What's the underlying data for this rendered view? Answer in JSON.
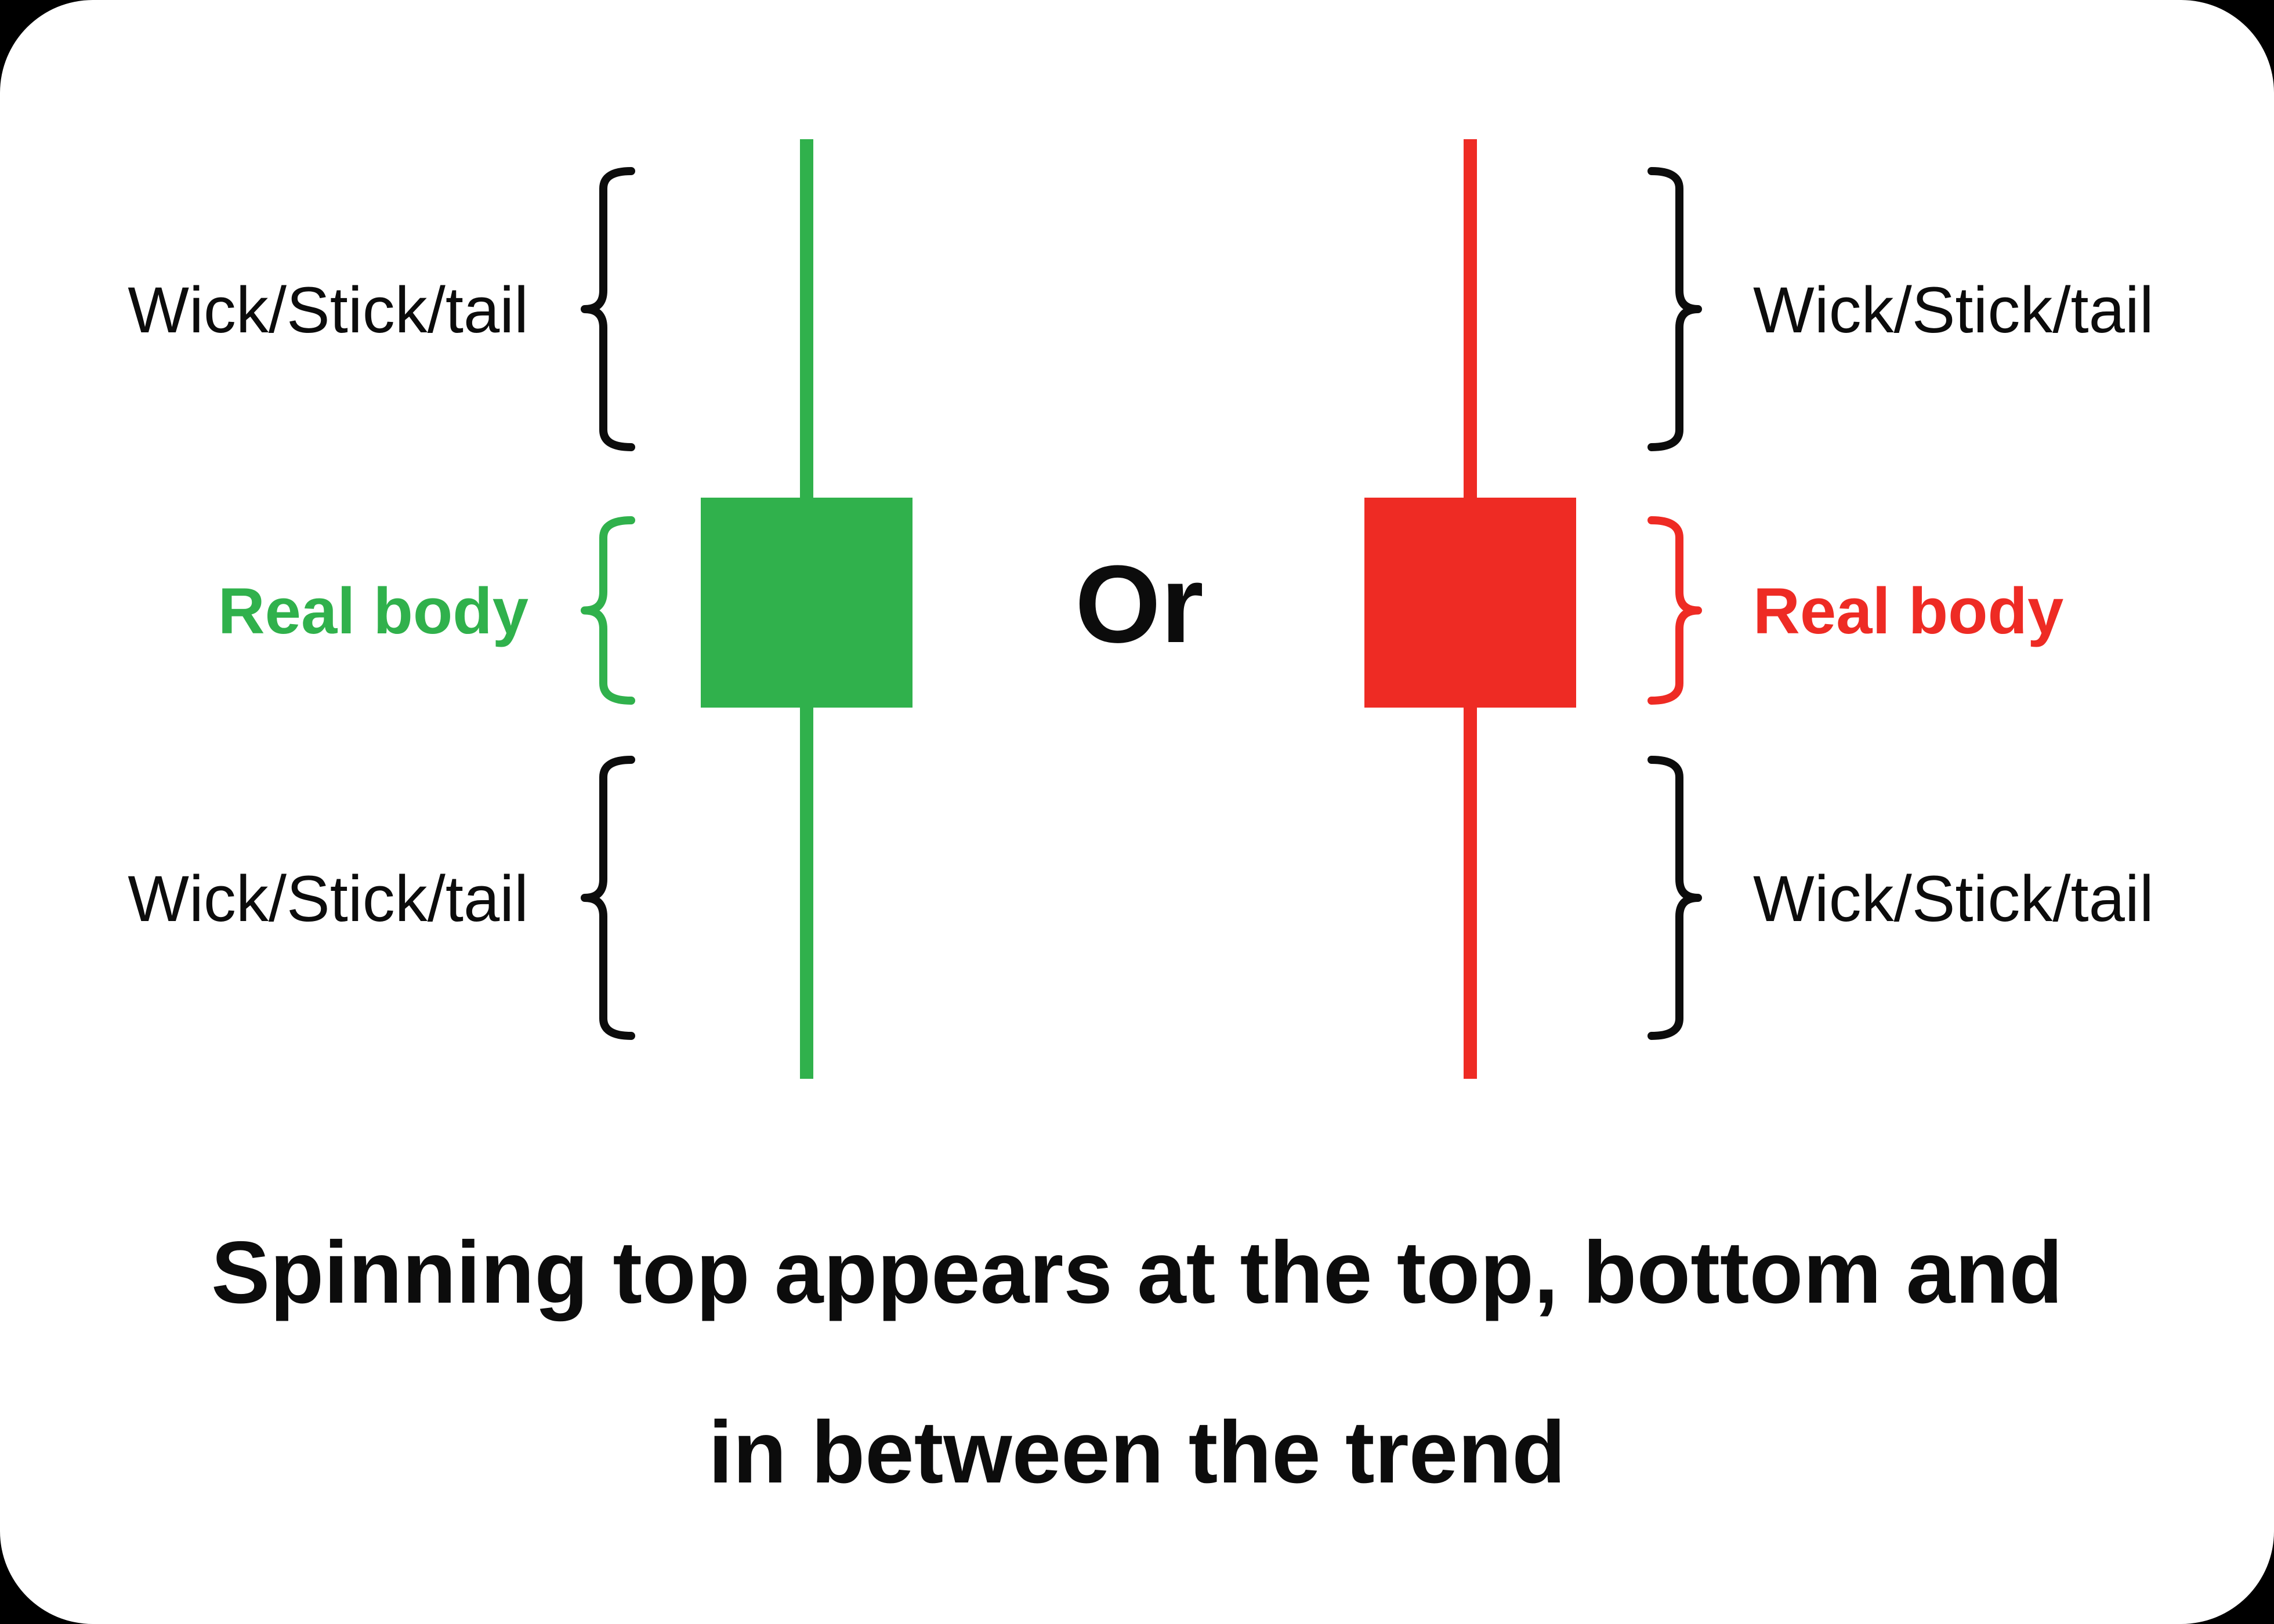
{
  "colors": {
    "background": "#000000",
    "card": "#FFFFFF",
    "green": "#30B14C",
    "red": "#EE2B24",
    "black": "#0C0C0C"
  },
  "left_candle": {
    "direction": "bullish",
    "label_top_wick": "Wick/Stick/tail",
    "label_real_body": "Real body",
    "label_bottom_wick": "Wick/Stick/tail"
  },
  "right_candle": {
    "direction": "bearish",
    "label_top_wick": "Wick/Stick/tail",
    "label_real_body": "Real body",
    "label_bottom_wick": "Wick/Stick/tail"
  },
  "connector": {
    "or_label": "Or"
  },
  "caption": {
    "line1": "Spinning top appears at the top, bottom and",
    "line2": "in between the trend"
  }
}
